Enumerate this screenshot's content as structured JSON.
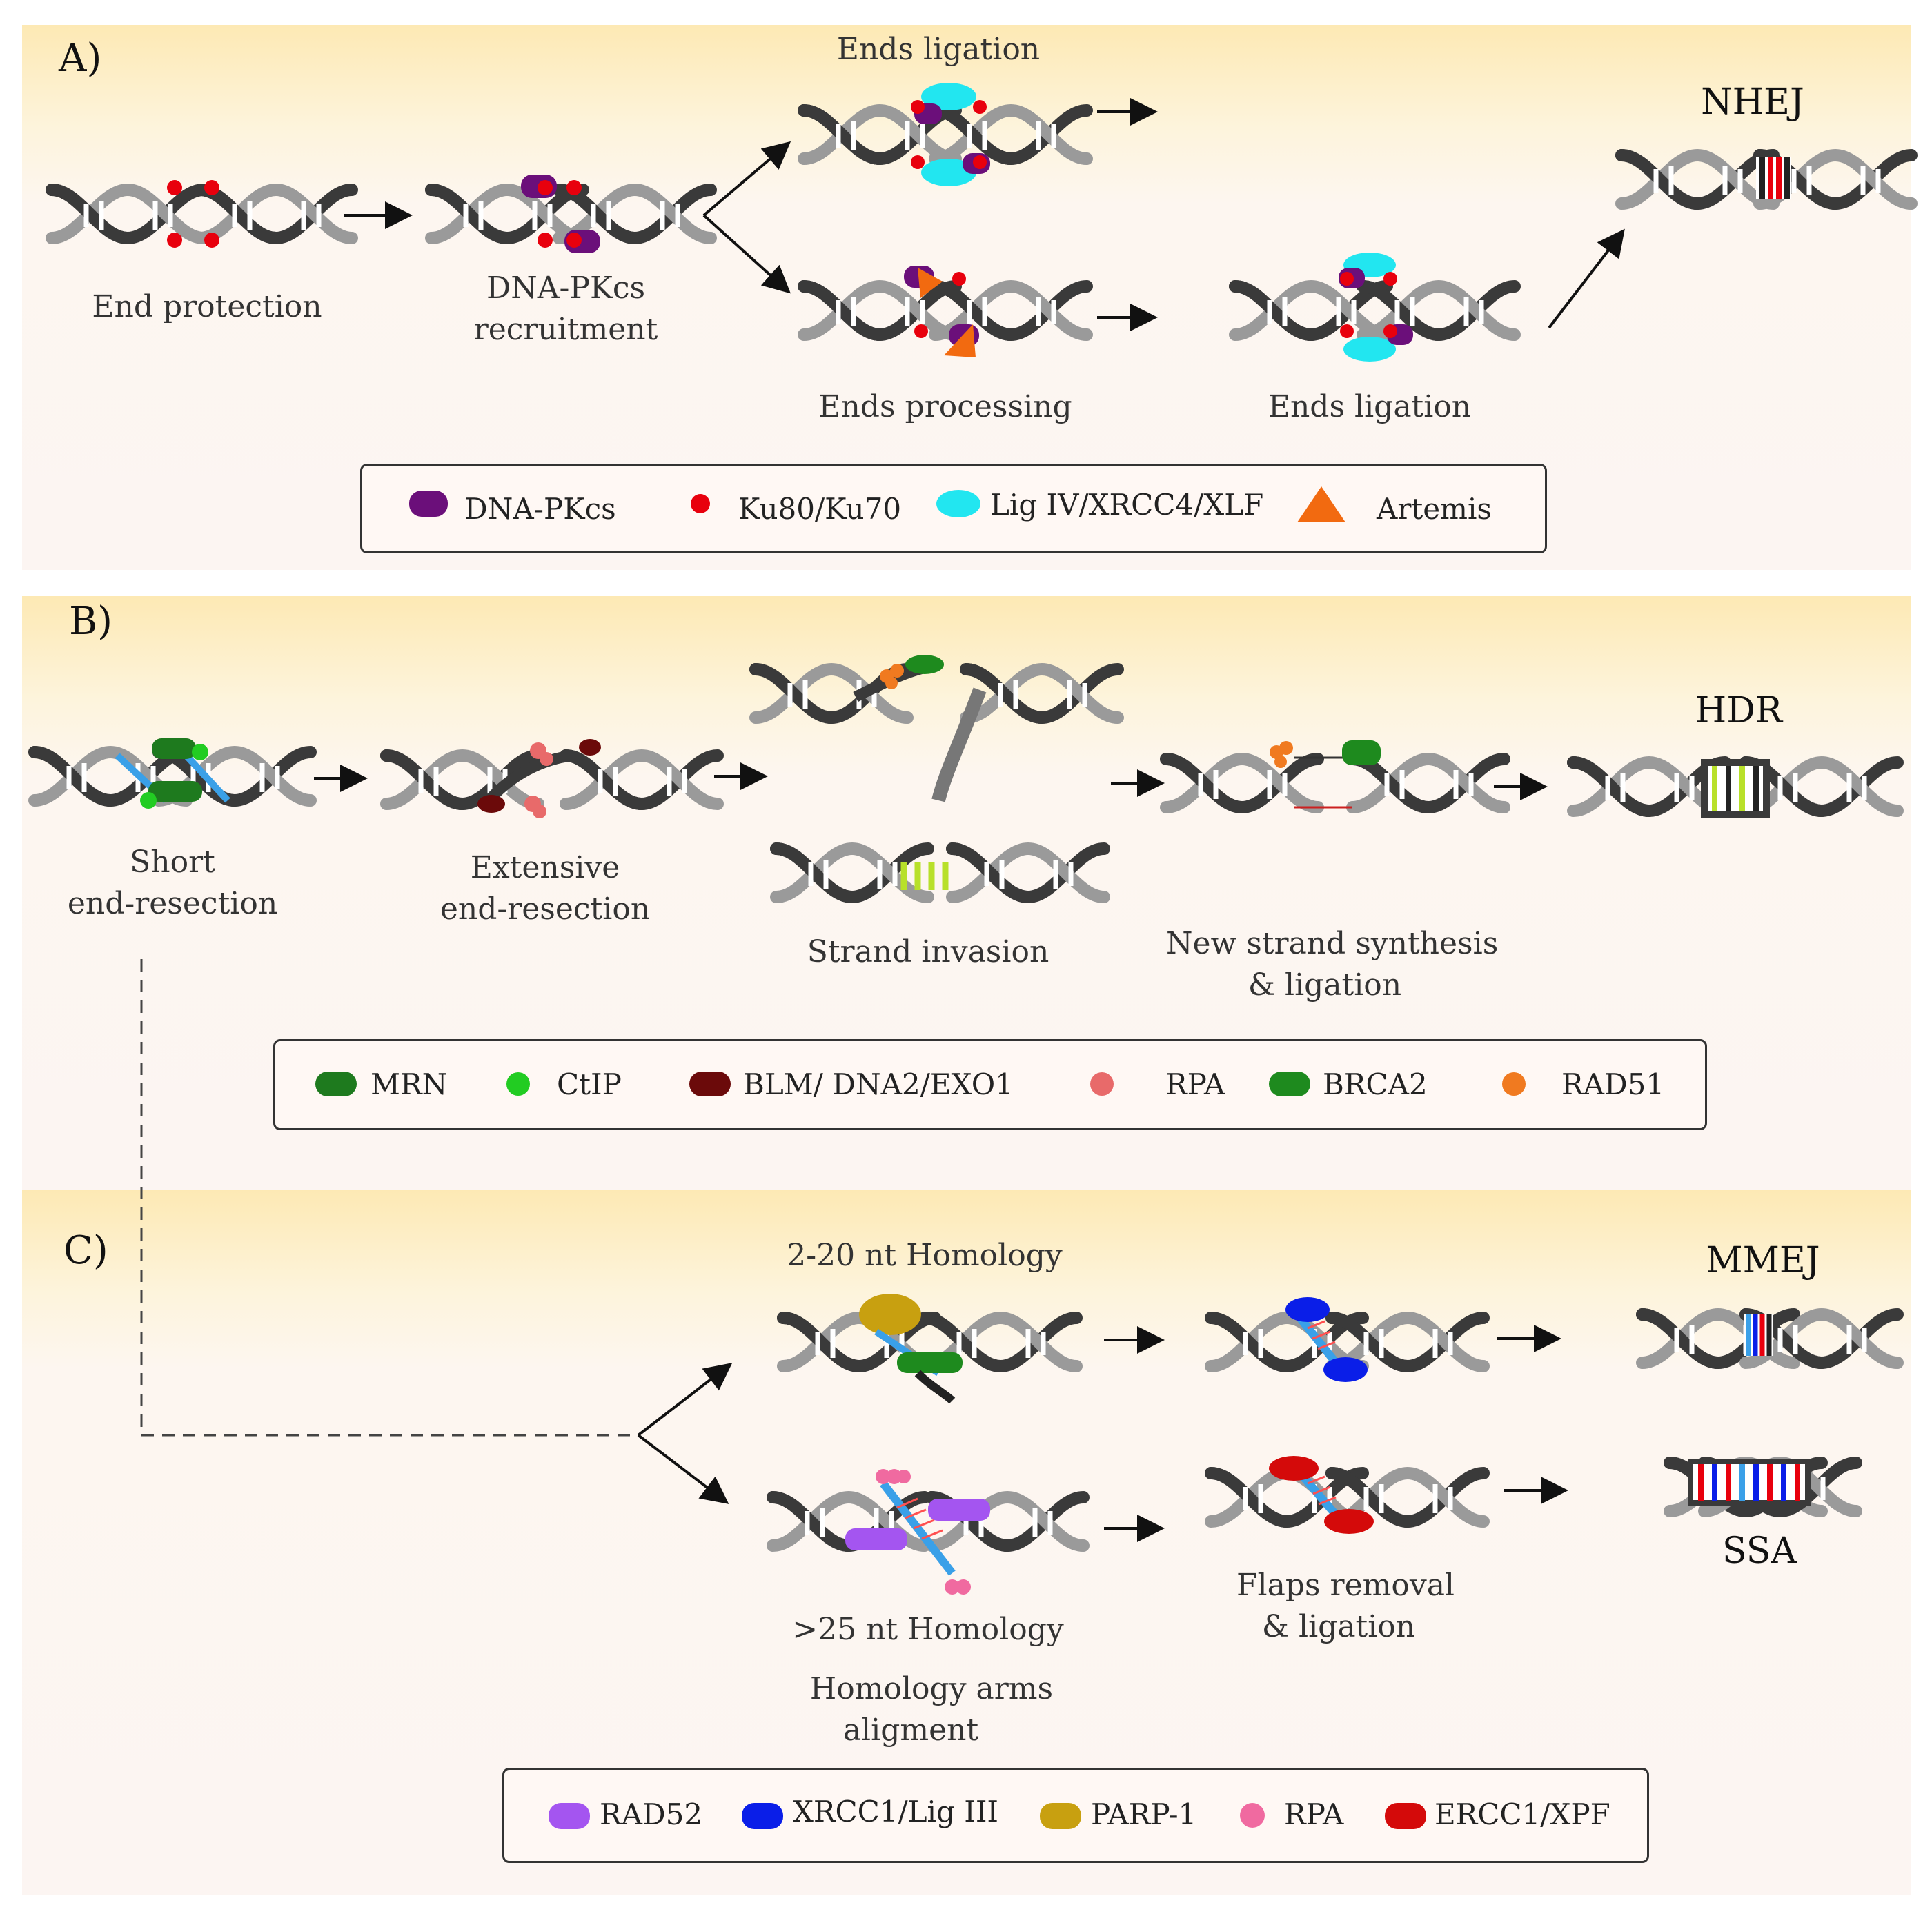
{
  "panels": {
    "a": {
      "label": "A)",
      "steps": {
        "end_protection": "End protection",
        "dnapkcs_recruitment_1": "DNA-PKcs",
        "dnapkcs_recruitment_2": "recruitment",
        "ends_ligation_top": "Ends ligation",
        "ends_processing": "Ends processing",
        "ends_ligation_bottom": "Ends ligation"
      },
      "result": "NHEJ",
      "legend": [
        {
          "name": "DNA-PKcs",
          "color": "#6b0f7a",
          "shape": "oval"
        },
        {
          "name": "Ku80/Ku70",
          "color": "#e8000d",
          "shape": "dot"
        },
        {
          "name": "Lig IV/XRCC4/XLF",
          "color": "#22e6f0",
          "shape": "ellipse"
        },
        {
          "name": "Artemis",
          "color": "#f26a10",
          "shape": "triangle"
        }
      ]
    },
    "b": {
      "label": "B)",
      "steps": {
        "short_1": "Short",
        "short_2": "end-resection",
        "extensive_1": "Extensive",
        "extensive_2": "end-resection",
        "strand_invasion": "Strand invasion",
        "synthesis_1": "New strand synthesis",
        "synthesis_2": "& ligation"
      },
      "result": "HDR",
      "legend": [
        {
          "name": "MRN",
          "color": "#1e7a1e",
          "shape": "oval"
        },
        {
          "name": "CtIP",
          "color": "#22cc22",
          "shape": "dot"
        },
        {
          "name": "BLM/ DNA2/EXO1",
          "color": "#6b0a0a",
          "shape": "oval"
        },
        {
          "name": "RPA",
          "color": "#e86a6a",
          "shape": "dot"
        },
        {
          "name": "BRCA2",
          "color": "#1e8a1e",
          "shape": "oval"
        },
        {
          "name": "RAD51",
          "color": "#f07a20",
          "shape": "dot"
        }
      ]
    },
    "c": {
      "label": "C)",
      "steps": {
        "homology_short": "2-20 nt Homology",
        "homology_long": ">25 nt Homology",
        "alignment_1": "Homology arms",
        "alignment_2": "aligment",
        "flaps_1": "Flaps removal",
        "flaps_2": "& ligation"
      },
      "results": {
        "mmej": "MMEJ",
        "ssa": "SSA"
      },
      "legend": [
        {
          "name": "RAD52",
          "color": "#a455f0",
          "shape": "oval"
        },
        {
          "name": "XRCC1/Lig III",
          "color": "#0a1ee8",
          "shape": "oval"
        },
        {
          "name": "PARP-1",
          "color": "#c8a010",
          "shape": "oval"
        },
        {
          "name": "RPA",
          "color": "#f06aa0",
          "shape": "dot"
        },
        {
          "name": "ERCC1/XPF",
          "color": "#d40a0a",
          "shape": "oval"
        }
      ]
    }
  }
}
